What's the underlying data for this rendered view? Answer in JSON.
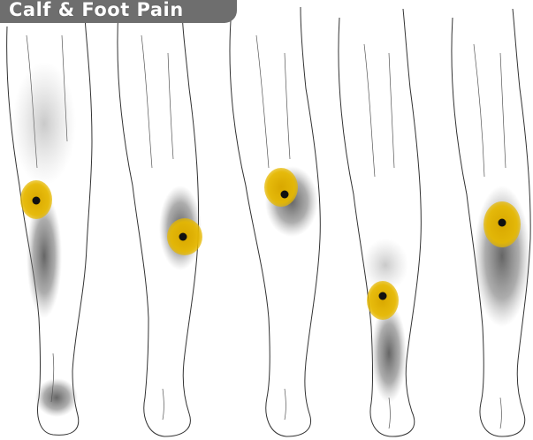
{
  "title": "Calf & Foot Pain",
  "colors": {
    "trigger_point": "#e6b800",
    "trigger_core": "#111111",
    "referred_pain": "#555555",
    "outline": "#333333",
    "title_bg": "#6e6e6e",
    "title_text": "#ffffff"
  },
  "figures": [
    {
      "name": "leg-1"
    },
    {
      "name": "leg-2"
    },
    {
      "name": "leg-3"
    },
    {
      "name": "leg-4"
    },
    {
      "name": "leg-5"
    }
  ]
}
